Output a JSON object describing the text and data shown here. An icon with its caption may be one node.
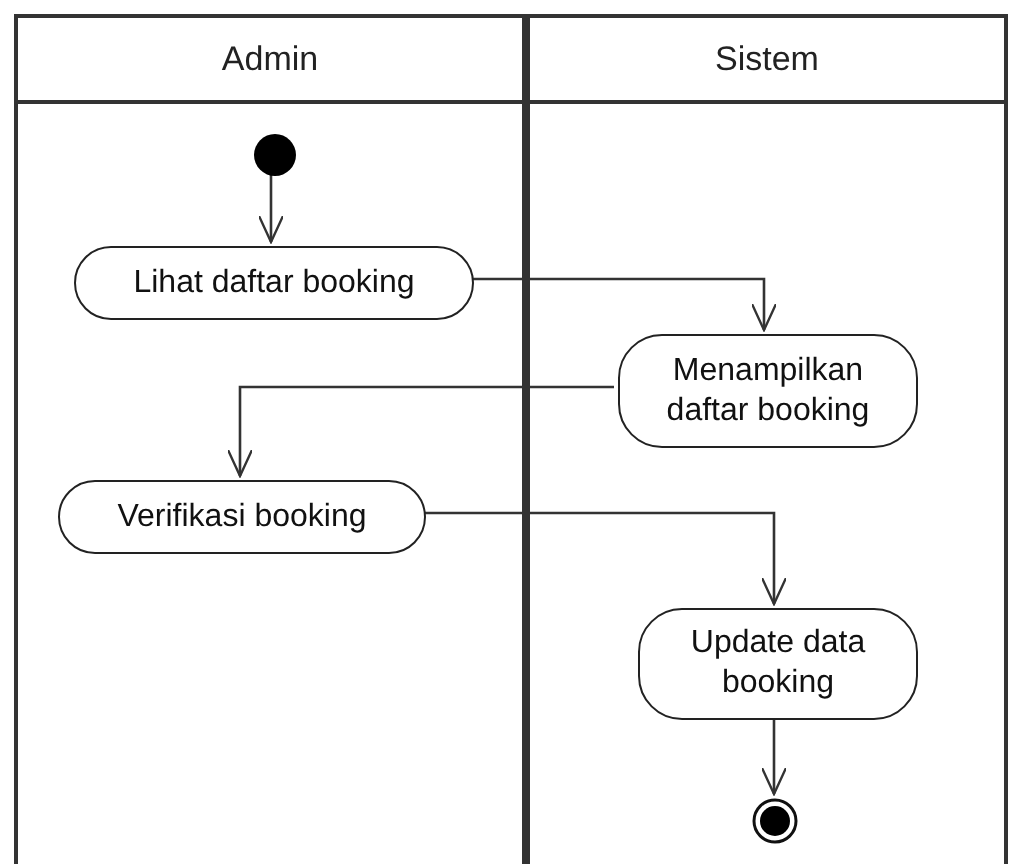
{
  "diagram": {
    "nodes": [
      {
        "text": [
          "Admin"
        ]
      },
      {
        "text": [
          "Sistem"
        ]
      },
      {
        "text": [],
        "shape": "circle",
        "in": 0
      },
      {
        "text": [
          "Lihat daftar booking"
        ],
        "in": 0
      },
      {
        "text": [
          "Menampilkan daftar booking"
        ],
        "in": 1
      },
      {
        "text": [
          "Verifikasi booking"
        ],
        "in": 0
      },
      {
        "text": [
          "Update data booking"
        ],
        "in": 1
      },
      {
        "text": [],
        "shape": "circle",
        "in": 1
      }
    ],
    "edges": [
      {
        "from": 2,
        "to": 3,
        "arrow": "to"
      },
      {
        "from": 3,
        "to": 4,
        "arrow": "to"
      },
      {
        "from": 4,
        "to": 5,
        "arrow": "to"
      },
      {
        "from": 5,
        "to": 6,
        "arrow": "to"
      },
      {
        "from": 6,
        "to": 7,
        "arrow": "to"
      }
    ]
  }
}
